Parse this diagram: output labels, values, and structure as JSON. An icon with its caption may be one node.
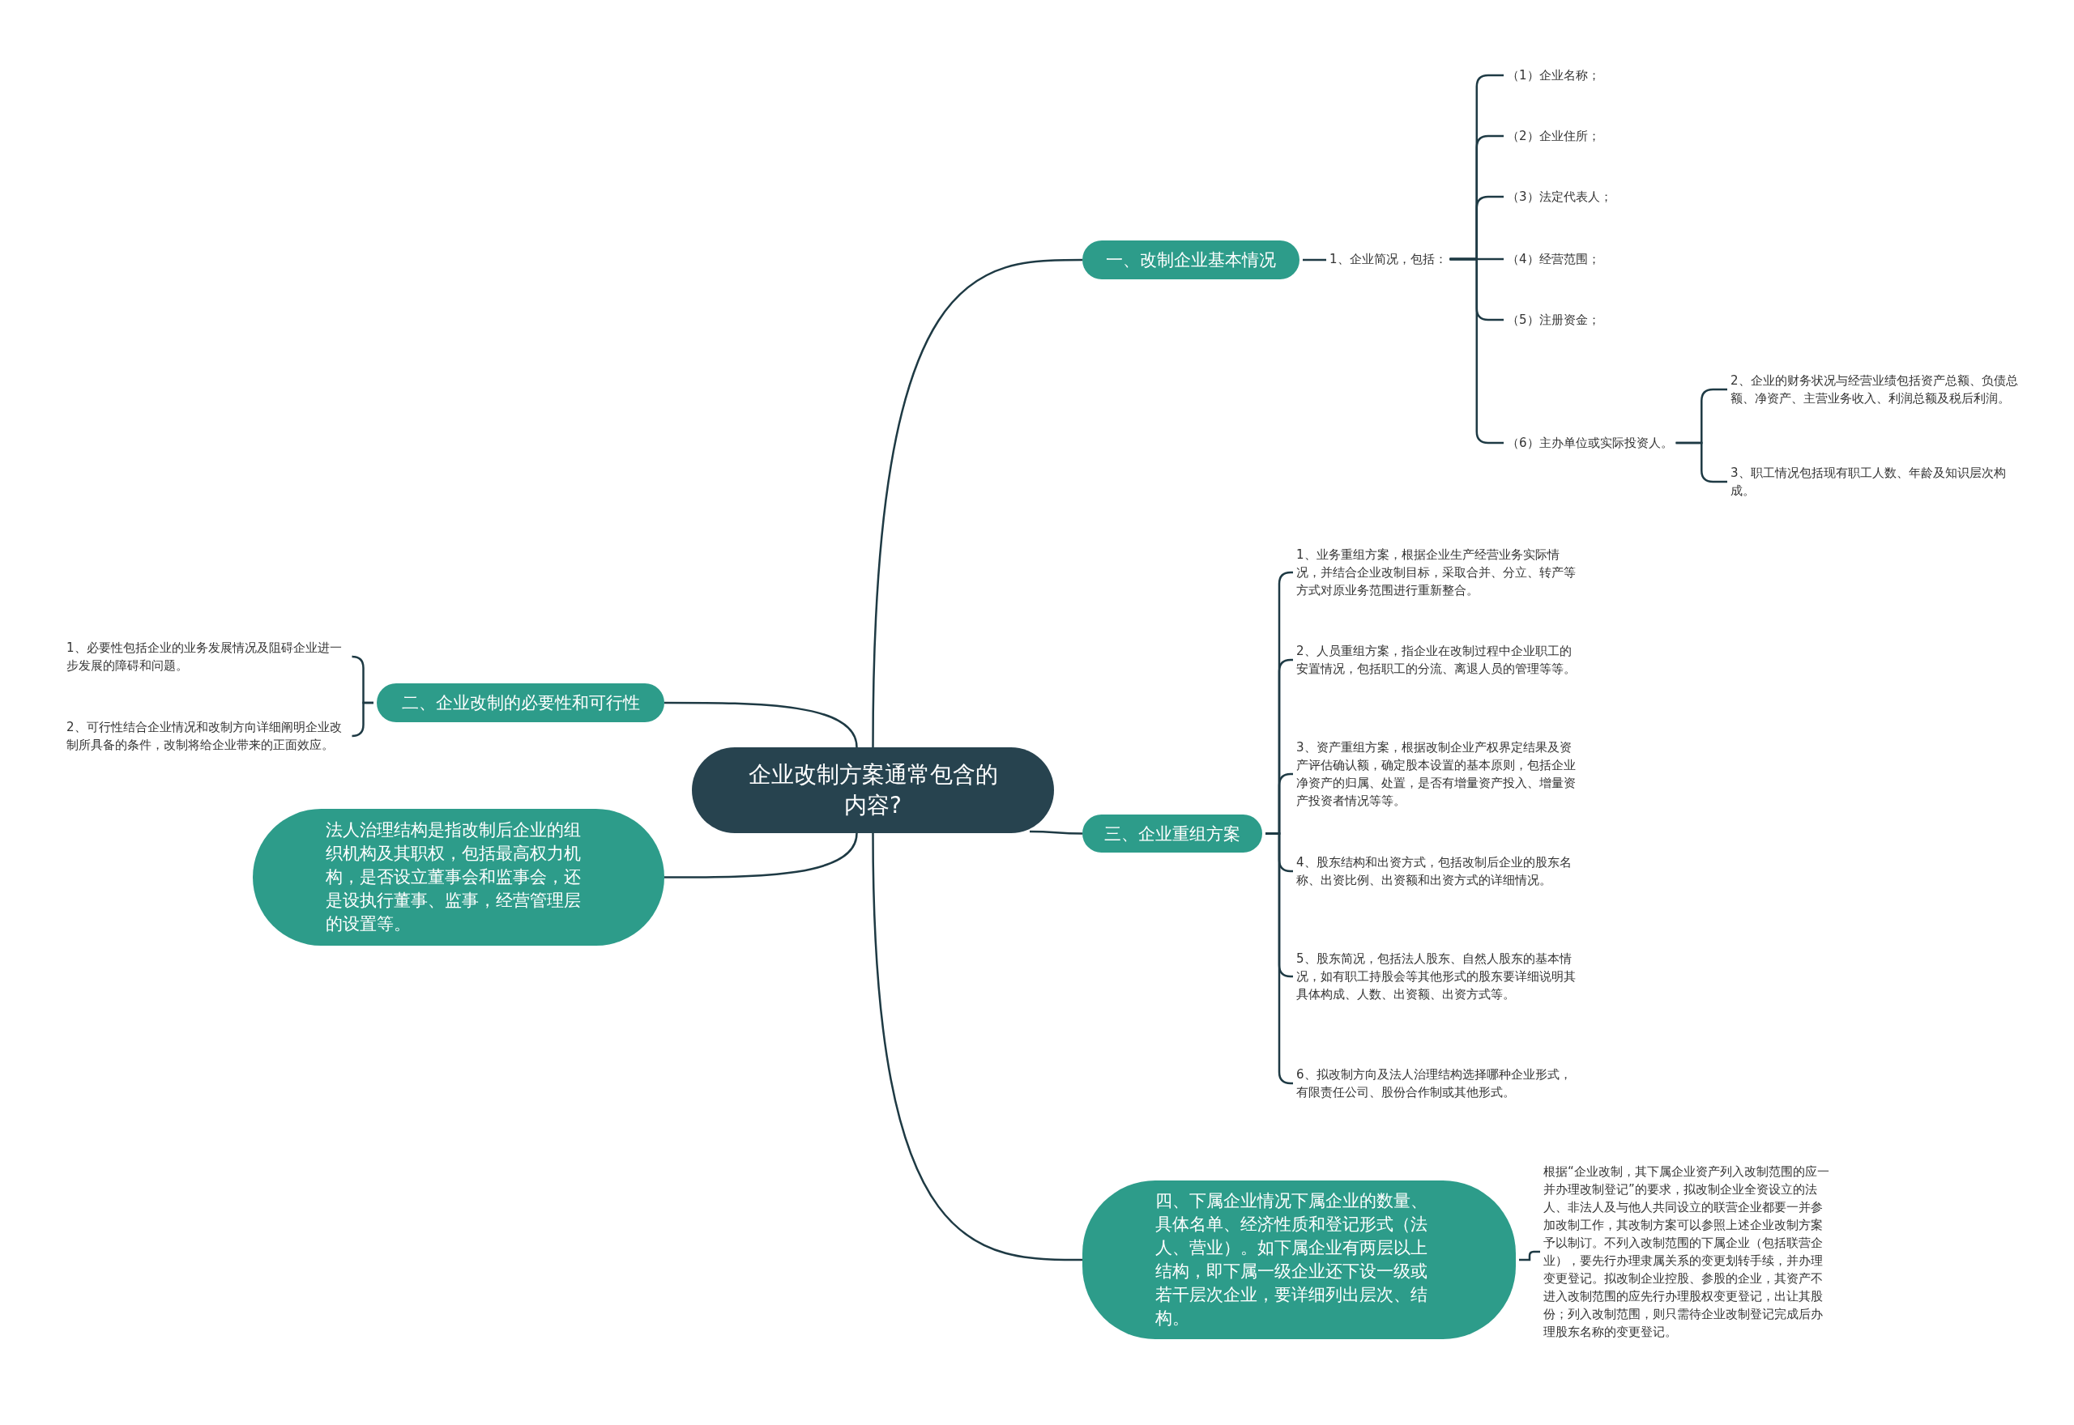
{
  "diagram": {
    "nodes": [
      {
        "text": [
          "企业改制方案通常包含的内容?"
        ]
      },
      {
        "text": [
          "一、改制企业基本情况"
        ]
      },
      {
        "text": [
          "1、企业简况，包括："
        ]
      },
      {
        "text": [
          "（1）企业名称；"
        ]
      },
      {
        "text": [
          "（2）企业住所；"
        ]
      },
      {
        "text": [
          "（3）法定代表人；"
        ]
      },
      {
        "text": [
          "（4）经营范围；"
        ]
      },
      {
        "text": [
          "（5）注册资金；"
        ]
      },
      {
        "text": [
          "（6）主办单位或实际投资人。"
        ]
      },
      {
        "text": [
          "2、企业的财务状况与经营业绩包括资产总额、负债总额、净资产、主营业务收入、利润总额及税后利润。"
        ]
      },
      {
        "text": [
          "3、职工情况包括现有职工人数、年龄及知识层次构成。"
        ]
      },
      {
        "text": [
          "二、企业改制的必要性和可行性"
        ]
      },
      {
        "text": [
          "1、必要性包括企业的业务发展情况及阻碍企业进一步发展的障碍和问题。"
        ]
      },
      {
        "text": [
          "2、可行性结合企业情况和改制方向详细阐明企业改制所具备的条件，改制将给企业带来的正面效应。"
        ]
      },
      {
        "text": [
          "法人治理结构是指改制后企业的组织机构及其职权，包括最高权力机构，是否设立董事会和监事会，还是设执行董事、监事，经营管理层的设置等。"
        ]
      },
      {
        "text": [
          "三、企业重组方案"
        ]
      },
      {
        "text": [
          "1、业务重组方案，根据企业生产经营业务实际情况，并结合企业改制目标，采取合并、分立、转产等方式对原业务范围进行重新整合。"
        ]
      },
      {
        "text": [
          "2、人员重组方案，指企业在改制过程中企业职工的安置情况，包括职工的分流、离退人员的管理等等。"
        ]
      },
      {
        "text": [
          "3、资产重组方案，根据改制企业产权界定结果及资产评估确认额，确定股本设置的基本原则，包括企业净资产的归属、处置，是否有增量资产投入、增量资产投资者情况等等。"
        ]
      },
      {
        "text": [
          "4、股东结构和出资方式，包括改制后企业的股东名称、出资比例、出资额和出资方式的详细情况。"
        ]
      },
      {
        "text": [
          "5、股东简况，包括法人股东、自然人股东的基本情况，如有职工持股会等其他形式的股东要详细说明其具体构成、人数、出资额、出资方式等。"
        ]
      },
      {
        "text": [
          "6、拟改制方向及法人治理结构选择哪种企业形式，有限责任公司、股份合作制或其他形式。"
        ]
      },
      {
        "text": [
          "四、下属企业情况下属企业的数量、具体名单、经济性质和登记形式（法人、营业）。如下属企业有两层以上结构，即下属一级企业还下设一级或若干层次企业，要详细列出层次、结构。"
        ]
      },
      {
        "text": [
          "根据“企业改制，其下属企业资产列入改制范围的应一并办理改制登记”的要求，拟改制企业全资设立的法人、非法人及与他人共同设立的联营企业都要一并参加改制工作，其改制方案可以参照上述企业改制方案予以制订。不列入改制范围的下属企业（包括联营企业），要先行办理隶属关系的变更划转手续，并办理变更登记。拟改制企业控股、参股的企业，其资产不进入改制范围的应先行办理股权变更登记，出让其股份；列入改制范围，则只需待企业改制登记完成后办理股东名称的变更登记。"
        ]
      }
    ],
    "edges": [
      {
        "from": 0,
        "to": 1,
        "arrow": "none"
      },
      {
        "from": 1,
        "to": 2,
        "arrow": "none"
      },
      {
        "from": 2,
        "to": 3,
        "arrow": "none"
      },
      {
        "from": 2,
        "to": 4,
        "arrow": "none"
      },
      {
        "from": 2,
        "to": 5,
        "arrow": "none"
      },
      {
        "from": 2,
        "to": 6,
        "arrow": "none"
      },
      {
        "from": 2,
        "to": 7,
        "arrow": "none"
      },
      {
        "from": 2,
        "to": 8,
        "arrow": "none"
      },
      {
        "from": 8,
        "to": 9,
        "arrow": "none"
      },
      {
        "from": 8,
        "to": 10,
        "arrow": "none"
      },
      {
        "from": 0,
        "to": 11,
        "arrow": "none"
      },
      {
        "from": 11,
        "to": 12,
        "arrow": "none"
      },
      {
        "from": 11,
        "to": 13,
        "arrow": "none"
      },
      {
        "from": 0,
        "to": 14,
        "arrow": "none"
      },
      {
        "from": 0,
        "to": 15,
        "arrow": "none"
      },
      {
        "from": 15,
        "to": 16,
        "arrow": "none"
      },
      {
        "from": 15,
        "to": 17,
        "arrow": "none"
      },
      {
        "from": 15,
        "to": 18,
        "arrow": "none"
      },
      {
        "from": 15,
        "to": 19,
        "arrow": "none"
      },
      {
        "from": 15,
        "to": 20,
        "arrow": "none"
      },
      {
        "from": 15,
        "to": 21,
        "arrow": "none"
      },
      {
        "from": 0,
        "to": 22,
        "arrow": "none"
      },
      {
        "from": 22,
        "to": 23,
        "arrow": "none"
      }
    ]
  }
}
